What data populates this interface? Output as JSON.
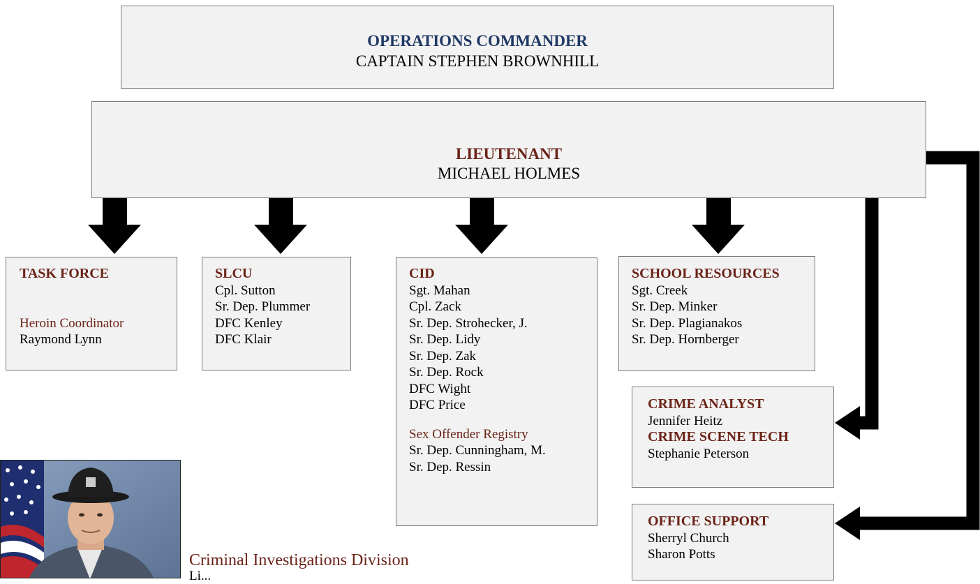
{
  "commander": {
    "title": "OPERATIONS COMMANDER",
    "name": "CAPTAIN STEPHEN BROWNHILL"
  },
  "lieutenant": {
    "title": "LIEUTENANT",
    "name": "MICHAEL HOLMES"
  },
  "task_force": {
    "title": "TASK FORCE",
    "sub_title": "Heroin Coordinator",
    "members": [
      "Raymond Lynn"
    ]
  },
  "slcu": {
    "title": "SLCU",
    "members": [
      "Cpl. Sutton",
      "Sr. Dep. Plummer",
      "DFC Kenley",
      "DFC Klair"
    ]
  },
  "cid": {
    "title": "CID",
    "members": [
      "Sgt. Mahan",
      "Cpl. Zack",
      "Sr. Dep. Strohecker, J.",
      "Sr. Dep. Lidy",
      "Sr. Dep. Zak",
      "Sr. Dep. Rock",
      "DFC Wight",
      "DFC Price"
    ],
    "sub_title": "Sex Offender Registry",
    "sub_members": [
      "Sr. Dep. Cunningham, M.",
      "Sr. Dep. Ressin"
    ]
  },
  "school_resources": {
    "title": "SCHOOL RESOURCES",
    "members": [
      "Sgt. Creek",
      "Sr. Dep. Minker",
      "Sr. Dep. Plagianakos",
      "Sr. Dep. Hornberger"
    ]
  },
  "crime": {
    "analyst_title": "CRIME ANALYST",
    "analyst": "Jennifer Heitz",
    "tech_title": "CRIME SCENE TECH",
    "tech": "Stephanie Peterson"
  },
  "office_support": {
    "title": "OFFICE SUPPORT",
    "members": [
      "Sherryl Church",
      "Sharon Potts"
    ]
  },
  "caption": {
    "title": "Criminal Investigations Division",
    "line2": "Li..."
  },
  "colors": {
    "title_red": "#6b2317",
    "title_blue": "#1f3864",
    "box_fill": "#f2f2f2",
    "arrow": "#000000"
  }
}
